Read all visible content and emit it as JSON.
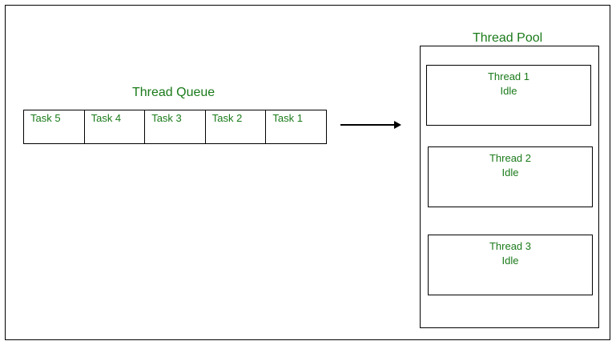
{
  "queue": {
    "title": "Thread Queue",
    "tasks": [
      "Task 5",
      "Task 4",
      "Task 3",
      "Task 2",
      "Task 1"
    ]
  },
  "pool": {
    "title": "Thread Pool",
    "threads": [
      {
        "name": "Thread 1",
        "status": "Idle"
      },
      {
        "name": "Thread 2",
        "status": "Idle"
      },
      {
        "name": "Thread 3",
        "status": "Idle"
      }
    ]
  },
  "colors": {
    "text": "#1a7a1a",
    "border": "#000000"
  }
}
